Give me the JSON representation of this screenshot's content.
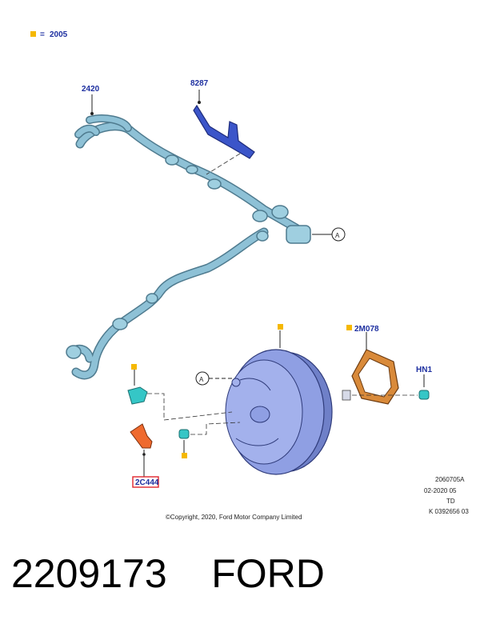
{
  "legend": {
    "marker_color": "#f5b800",
    "equals": "=",
    "text": "2005"
  },
  "parts": {
    "hose": "2420",
    "bracket": "8287",
    "booster_gasket": "2M078",
    "nut": "HN1",
    "sensor": "2C444"
  },
  "callout": "A",
  "refs": {
    "line1": "2060705A",
    "line2": "02-2020 05",
    "line3": "TD",
    "line4": "K 0392656 03"
  },
  "copyright": "©Copyright, 2020, Ford Motor Company Limited",
  "bottom_text": "2209173    FORD",
  "colors": {
    "label_blue": "#1d2fa0",
    "hose": "#8ec1d6",
    "bracket": "#3b55c9",
    "booster": "#8f9fe3",
    "gasket": "#d98a3a",
    "sensor": "#ef6a2e",
    "cyan_part": "#35c6c6",
    "highlight_box": "#e0262e"
  }
}
